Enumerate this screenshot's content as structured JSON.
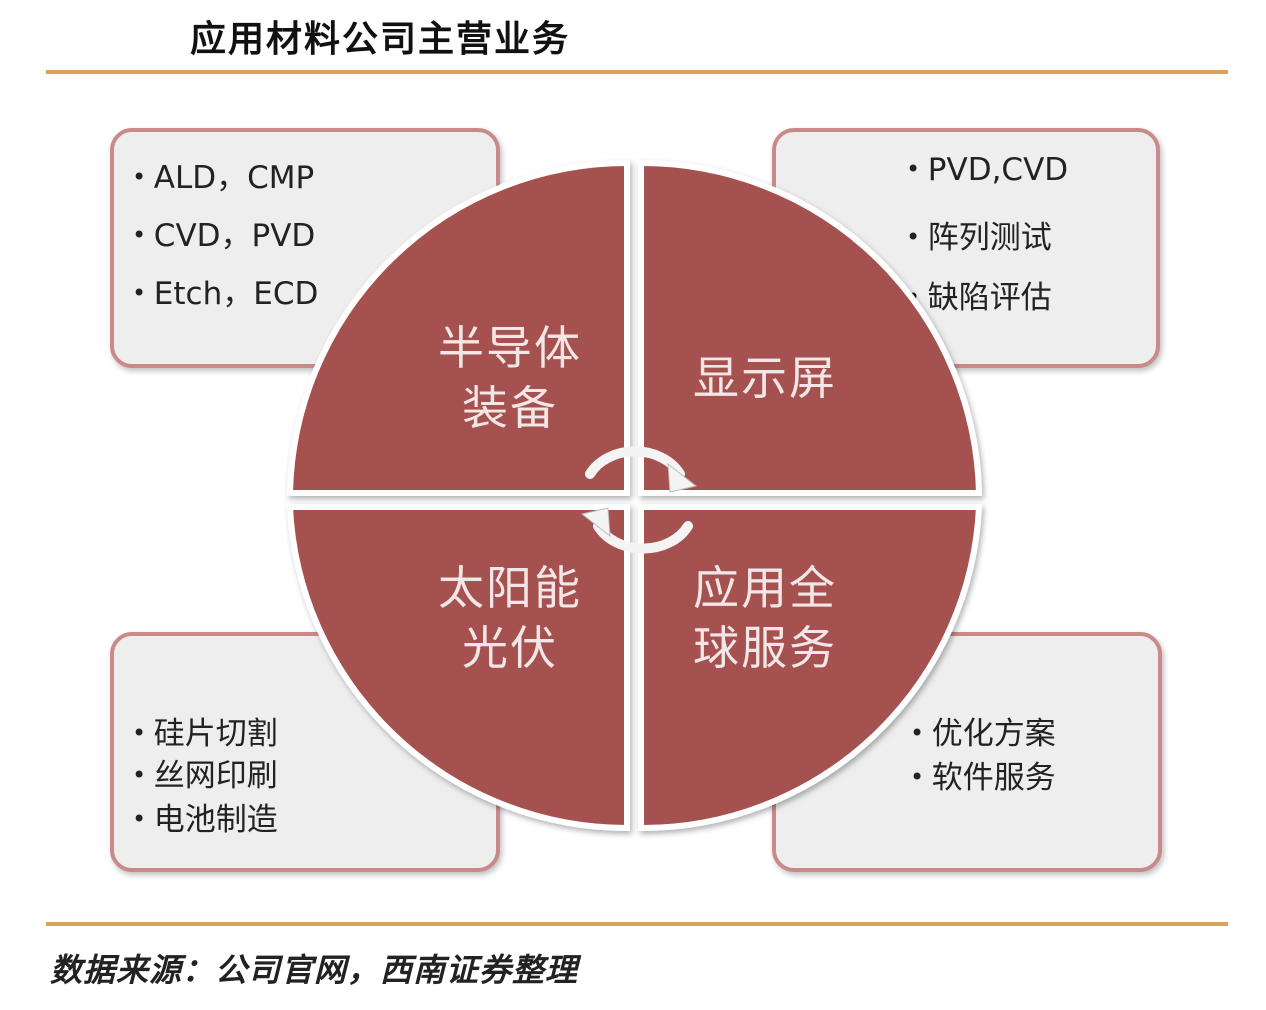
{
  "title": "应用材料公司主营业务",
  "source": "数据来源：公司官网，西南证券整理",
  "colors": {
    "quadrant_fill": "#a55150",
    "quadrant_stroke": "#ffffff",
    "box_fill": "#eeeeee",
    "box_border": "#c98a8a",
    "rule": "#d9a15a",
    "arrow": "#f2f2f2"
  },
  "quadrants": {
    "top_left": {
      "line1": "半导体",
      "line2": "装备"
    },
    "top_right": {
      "line1": "显示屏",
      "line2": ""
    },
    "bottom_left": {
      "line1": "太阳能",
      "line2": "光伏"
    },
    "bottom_right": {
      "line1": "应用全",
      "line2": "球服务"
    }
  },
  "boxes": {
    "top_left": {
      "items": [
        "ALD，CMP",
        "CVD，PVD",
        "Etch，ECD"
      ]
    },
    "top_right": {
      "items": [
        "PVD,CVD",
        "阵列测试",
        "缺陷评估"
      ]
    },
    "bottom_left": {
      "items": [
        "硅片切割",
        "丝网印刷",
        "电池制造"
      ]
    },
    "bottom_right": {
      "items": [
        "优化方案",
        "软件服务"
      ]
    }
  },
  "center_icon": "cycle-arrows-icon"
}
